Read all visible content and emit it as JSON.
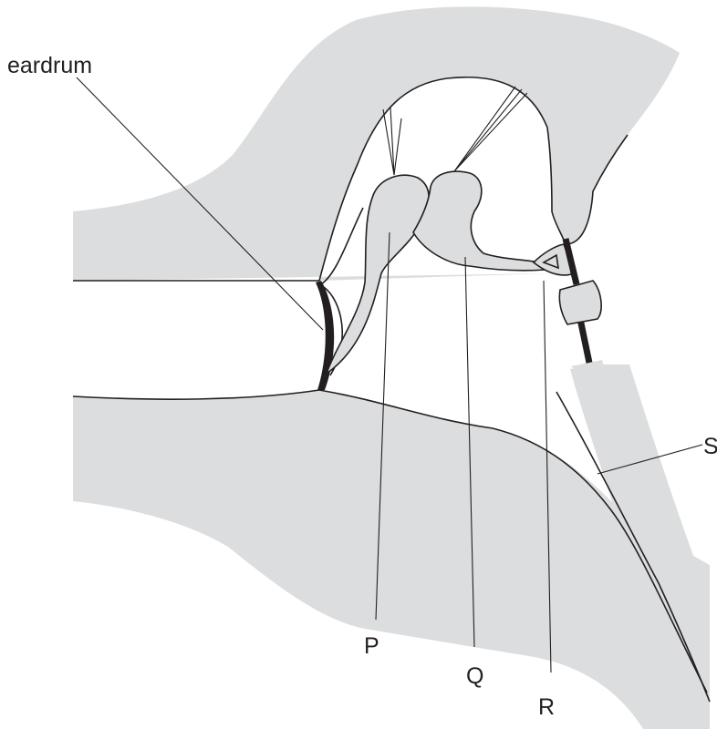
{
  "labels": {
    "eardrum": "eardrum",
    "p": "P",
    "q": "Q",
    "r": "R",
    "s": "S"
  },
  "colors": {
    "tissue": "#dcddde",
    "ink": "#231f20",
    "background": "#ffffff"
  }
}
